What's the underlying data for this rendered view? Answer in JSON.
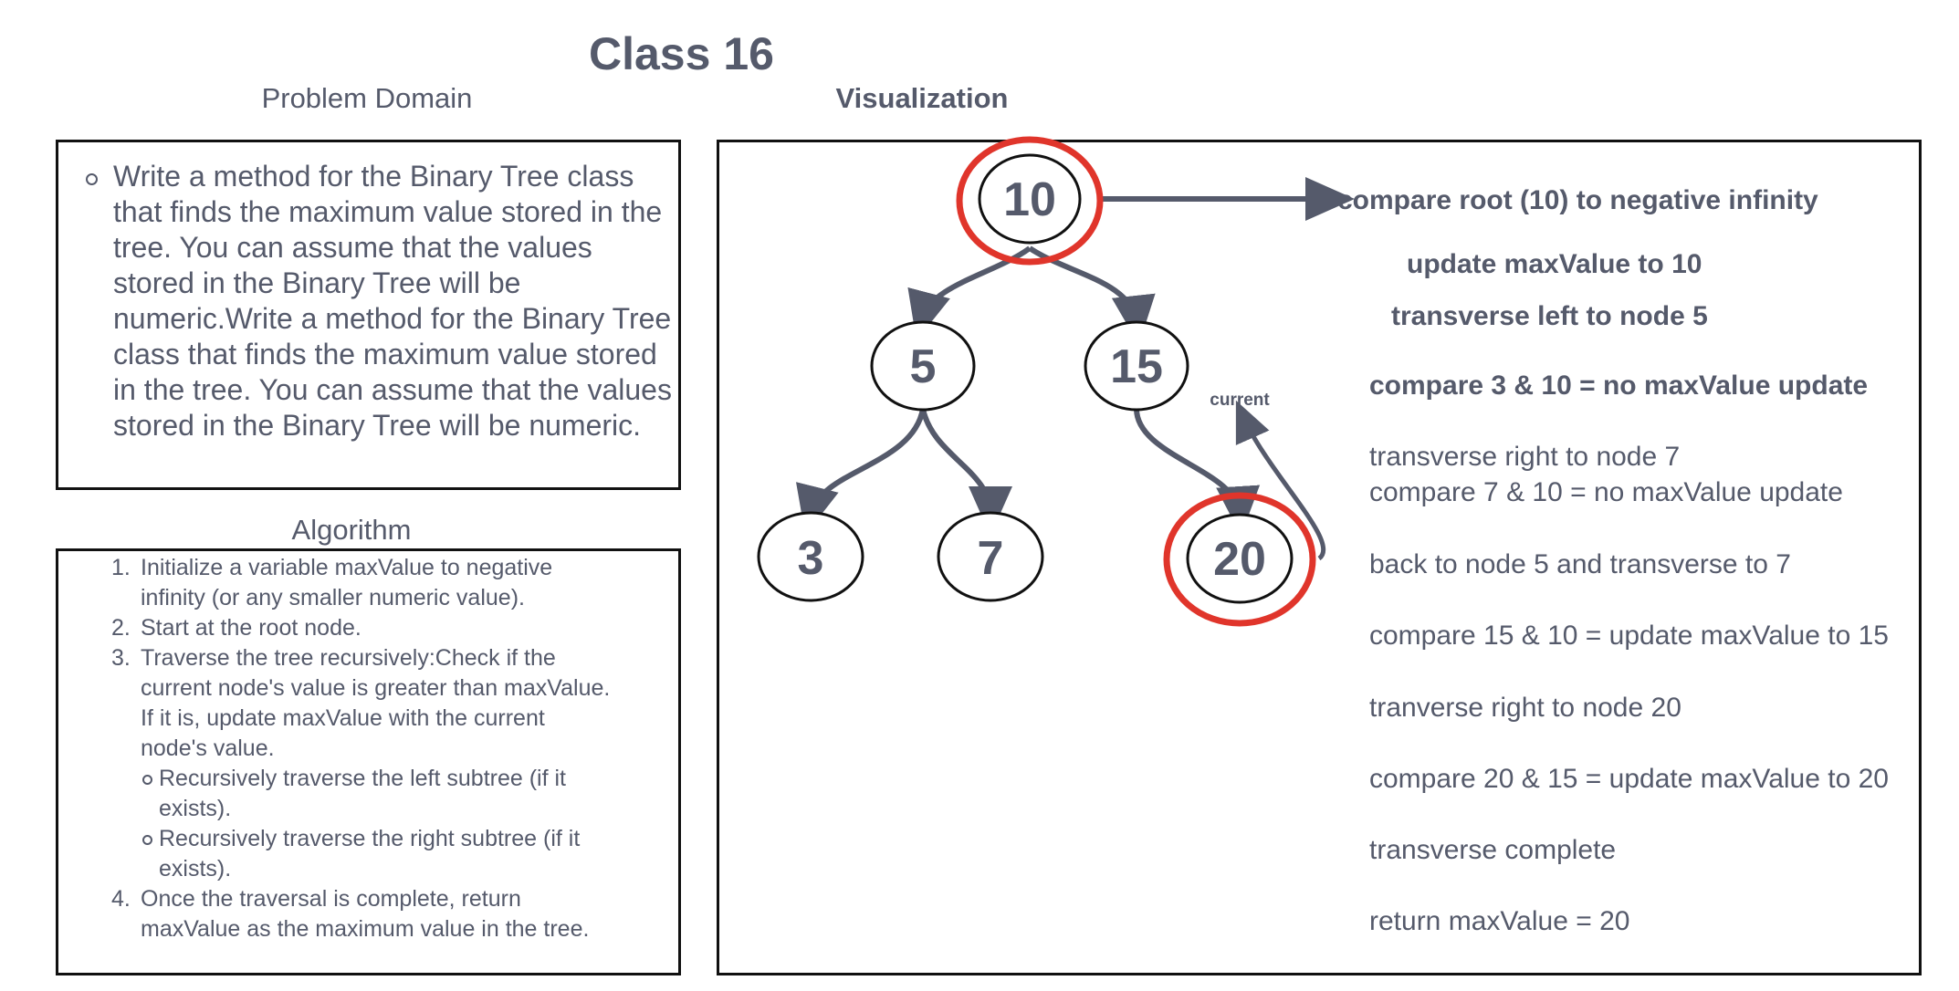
{
  "page": {
    "title": "Class 16"
  },
  "problem_domain": {
    "label": "Problem Domain",
    "text": "Write a method for the Binary Tree class that finds the maximum value stored in the tree. You can assume that the values stored in the Binary Tree will be numeric.Write a method for the Binary Tree class that finds the maximum value stored in the tree. You can assume that the values stored in the Binary Tree will be numeric."
  },
  "algorithm": {
    "label": "Algorithm",
    "steps": [
      {
        "num": "1.",
        "lines": [
          "Initialize a variable maxValue to negative",
          "infinity (or any smaller numeric value)."
        ]
      },
      {
        "num": "2.",
        "lines": [
          "Start at the root node."
        ]
      },
      {
        "num": "3.",
        "lines": [
          "Traverse the tree recursively:Check if the",
          "current node's value is greater than maxValue.",
          "If it is, update maxValue with the current",
          "node's value."
        ]
      },
      {
        "sub": true,
        "lines": [
          "Recursively traverse the left subtree (if it",
          "exists)."
        ]
      },
      {
        "sub": true,
        "lines": [
          "Recursively traverse the right subtree (if it",
          "exists)."
        ]
      },
      {
        "num": "4.",
        "lines": [
          "Once the traversal is complete, return",
          "maxValue as the maximum value in the tree."
        ]
      }
    ]
  },
  "visualization": {
    "label": "Visualization",
    "nodes": {
      "root": "10",
      "left": "5",
      "right": "15",
      "left_left": "3",
      "left_right": "7",
      "right_right": "20"
    },
    "pointer_label": "current",
    "steps": [
      "compare root (10) to negative infinity",
      "update maxValue to 10",
      "transverse left to node 5",
      "compare 3 & 10 = no maxValue update",
      "transverse right to node 7",
      "compare 7 & 10 = no maxValue update",
      "back to node 5 and transverse to 7",
      "compare 15 & 10 = update maxValue to 15",
      "tranverse right to node 20",
      "compare 20 & 15 = update maxValue to 20",
      "transverse complete",
      "return maxValue = 20"
    ]
  },
  "colors": {
    "text": "#555a6b",
    "highlight": "#e0352b",
    "border": "#111111"
  }
}
